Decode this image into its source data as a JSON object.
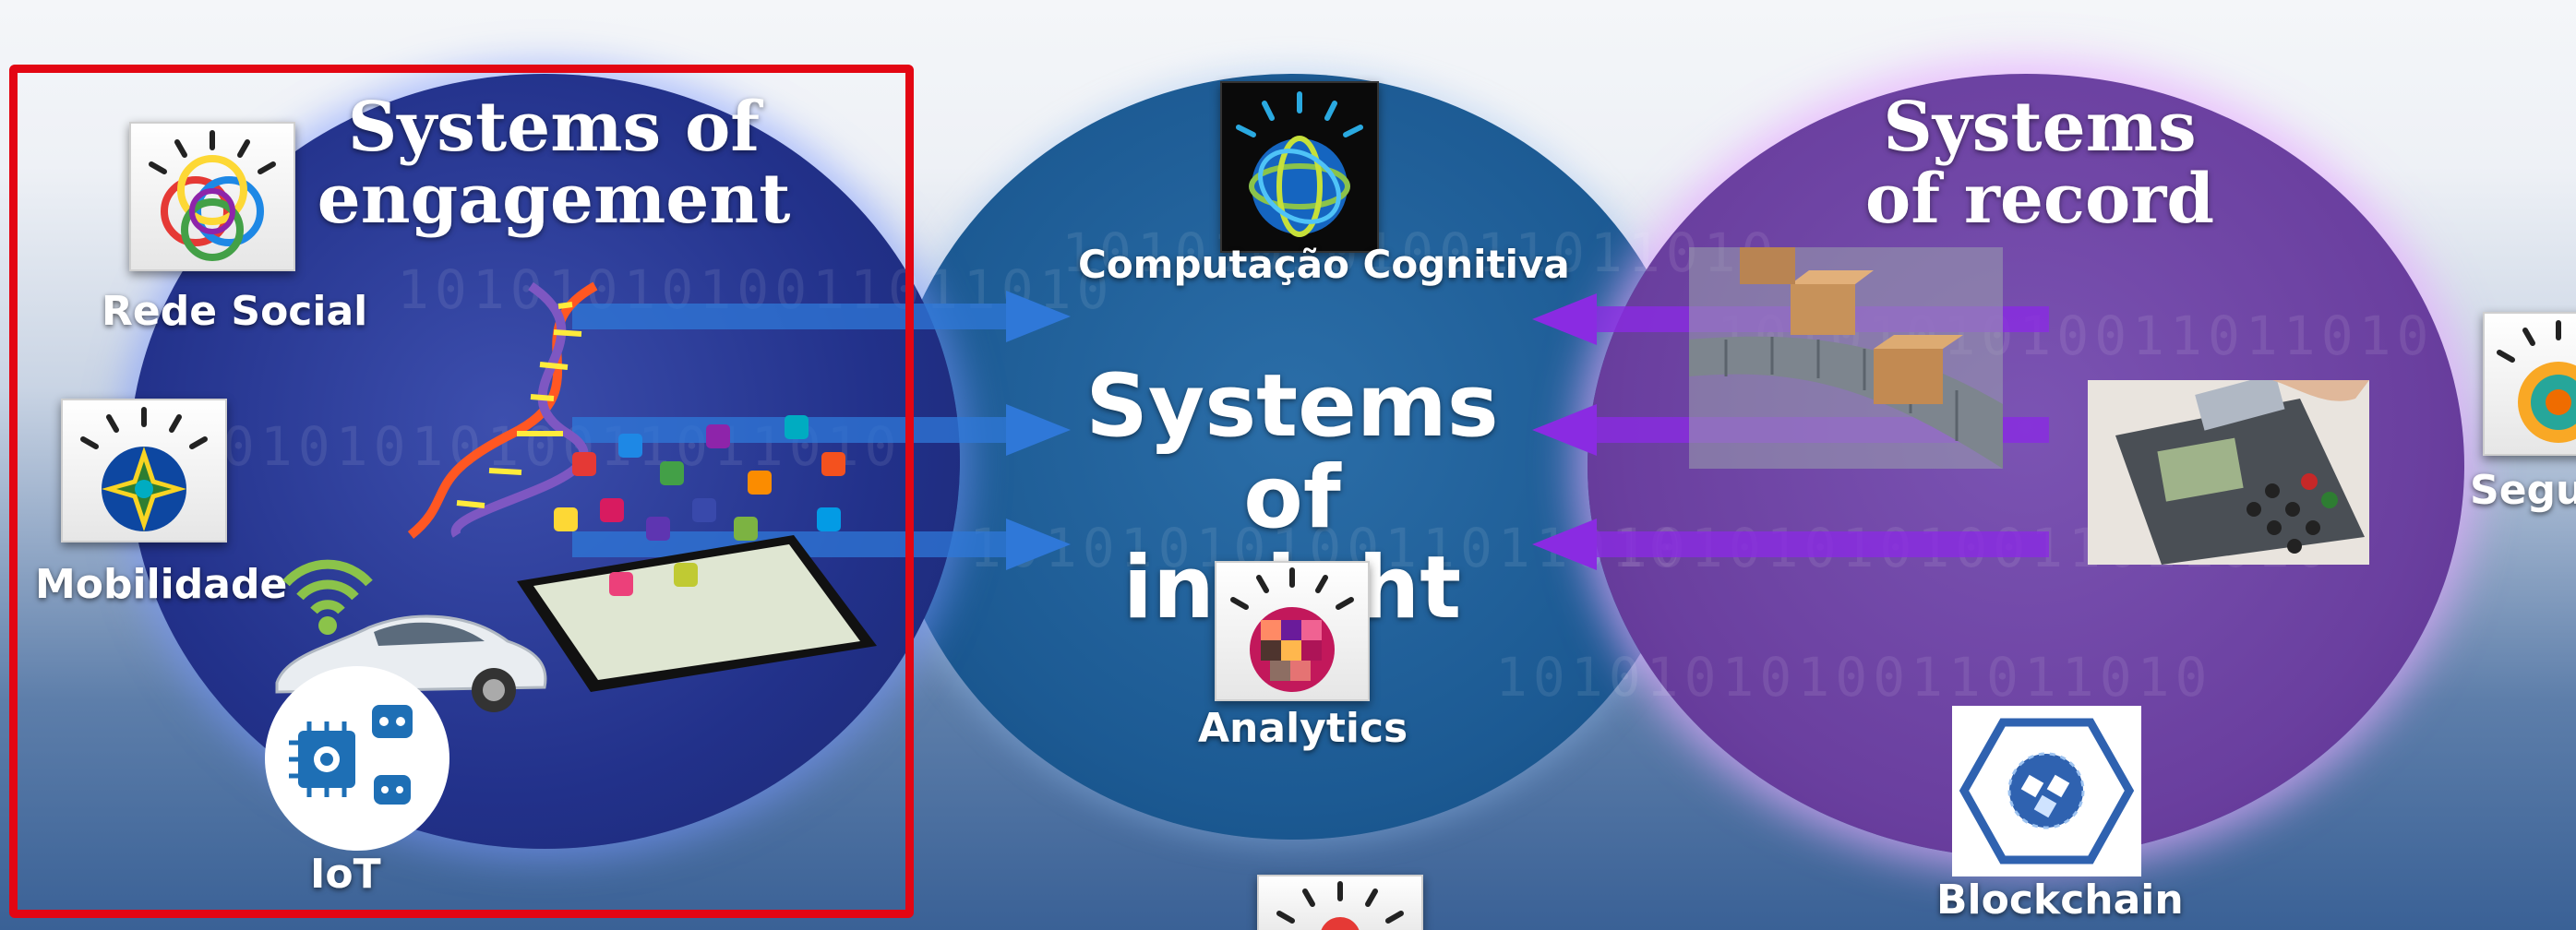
{
  "diagram": {
    "engagement": {
      "title_line1": "Systems of",
      "title_line2": "engagement",
      "items": {
        "social": "Rede Social",
        "mobility": "Mobilidade",
        "iot": "IoT"
      }
    },
    "insight": {
      "title_line1": "Systems of",
      "title_line2": "insight",
      "items": {
        "cognitive": "Computação Cognitiva",
        "analytics": "Analytics"
      }
    },
    "record": {
      "title_line1": "Systems",
      "title_line2": "of record",
      "items": {
        "security": "Segur",
        "blockchain": "Blockchain"
      }
    },
    "binary_text": "1010101010011011010",
    "colors": {
      "engagement": "#22318a",
      "insight": "#1c5a93",
      "record": "#6a3f9f",
      "highlight": "#e30613",
      "arrow_in": "#2f78d8",
      "arrow_out": "#8a2be2"
    }
  }
}
